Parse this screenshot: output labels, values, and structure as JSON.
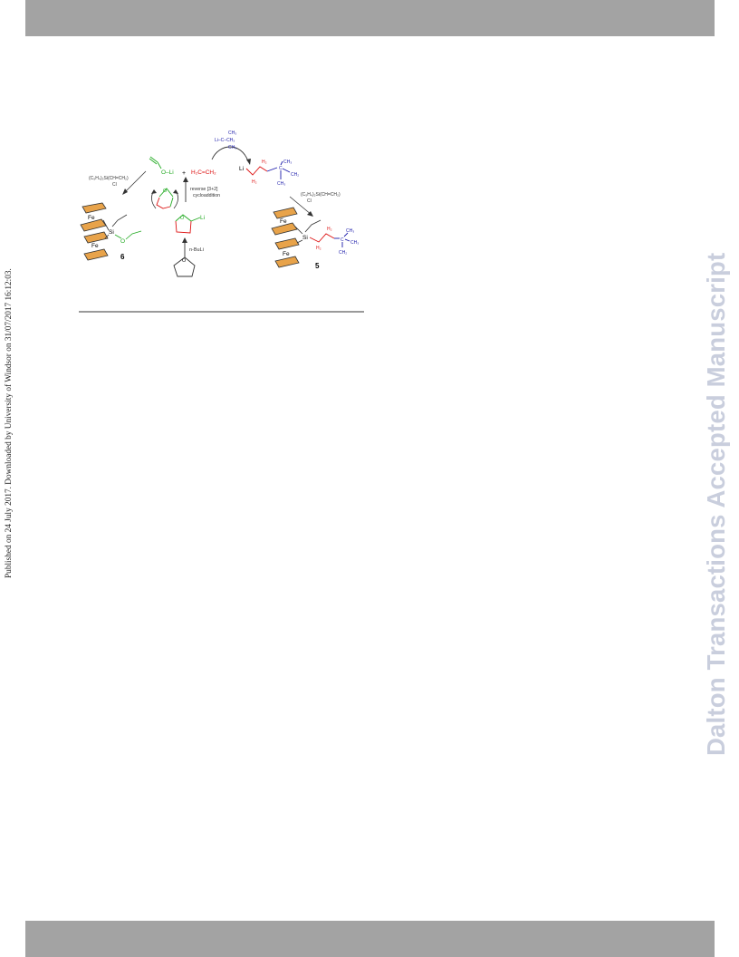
{
  "header": {
    "color": "#a3a3a3"
  },
  "footer": {
    "color": "#a3a3a3"
  },
  "side_note": "Published on 24 July 2017. Downloaded by University of Windsor on 31/07/2017 16:12:03.",
  "watermark": "Dalton Transactions Accepted Manuscript",
  "scheme": {
    "colors": {
      "green": "#22aa22",
      "red": "#dd1111",
      "blue": "#1a1aaa",
      "ferrocene": "#e8a34a"
    },
    "reagent_left": "(C₅H₄)₂Si(CH=CH₂)",
    "reagent_left_sub": "Cl",
    "reagent_right": "(C₅H₄)₂Si(CH=CH₂)",
    "reagent_right_sub": "Cl",
    "nBuLi": "n-BuLi",
    "reaction_label_1": "reverse [3+2]",
    "reaction_label_2": "cycloaddition",
    "ethylene": "H₂C=CH₂",
    "plus": "+",
    "olithium": "O–Li",
    "li": "Li",
    "fe": "Fe",
    "si": "Si",
    "o": "O",
    "ch3": "CH₃",
    "ch2": "CH₂",
    "h2": "H₂",
    "c": "C",
    "tbuli_ch3": "CH₃",
    "tbuli_main": "Li–C–CH₃",
    "tbuli_ch3_bottom": "CH₃",
    "compound_6": "6",
    "compound_5": "5"
  }
}
